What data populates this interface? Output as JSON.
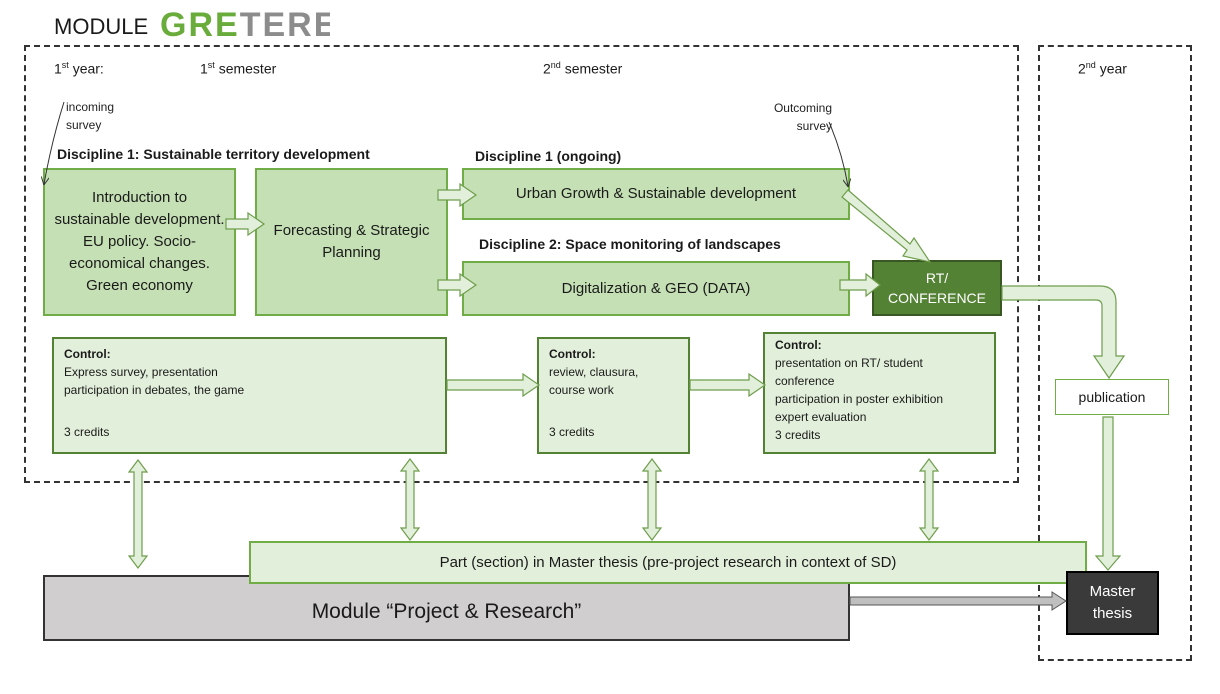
{
  "header": {
    "module_label": "MODULE",
    "logo_text": "GRETERE",
    "logo_colors": [
      "#6aac3b",
      "#8c8c8c"
    ]
  },
  "timeline": {
    "year1": "1st year:",
    "sem1": "1st semester",
    "sem2": "2nd semester",
    "year2": "2nd year"
  },
  "surveys": {
    "incoming": "incoming survey",
    "outcoming": "Outcoming survey"
  },
  "disciplines": {
    "d1_title": "Discipline 1: Sustainable territory development",
    "d1_ongoing": "Discipline 1 (ongoing)",
    "d2_title": "Discipline 2: Space monitoring of landscapes"
  },
  "boxes": {
    "intro": "Introduction to sustainable development. EU policy. Socio-economical changes. Green economy",
    "forecasting": "Forecasting & Strategic Planning",
    "urban": "Urban Growth & Sustainable development",
    "digital": "Digitalization & GEO (DATA)",
    "rt": "RT/ CONFERENCE",
    "publication": "publication",
    "master": "Master thesis",
    "part": "Part (section) in Master thesis (pre-project research in context of SD)",
    "project": "Module “Project & Research”"
  },
  "controls": [
    {
      "title": "Control:",
      "lines": [
        "Express survey, presentation",
        "participation in debates, the game"
      ],
      "credits": "3 credits"
    },
    {
      "title": "Control:",
      "lines": [
        "review, clausura,",
        "course work"
      ],
      "credits": "3 credits"
    },
    {
      "title": "Control:",
      "lines": [
        "presentation on RT/ student",
        "conference",
        "participation in poster exhibition",
        "expert evaluation"
      ],
      "credits": "3 credits"
    }
  ],
  "colors": {
    "light_green": "#c5e0b4",
    "pale_green": "#e2efda",
    "dark_green": "#548235",
    "dark_box": "#3a3a3a",
    "grey_box": "#d0cece"
  }
}
